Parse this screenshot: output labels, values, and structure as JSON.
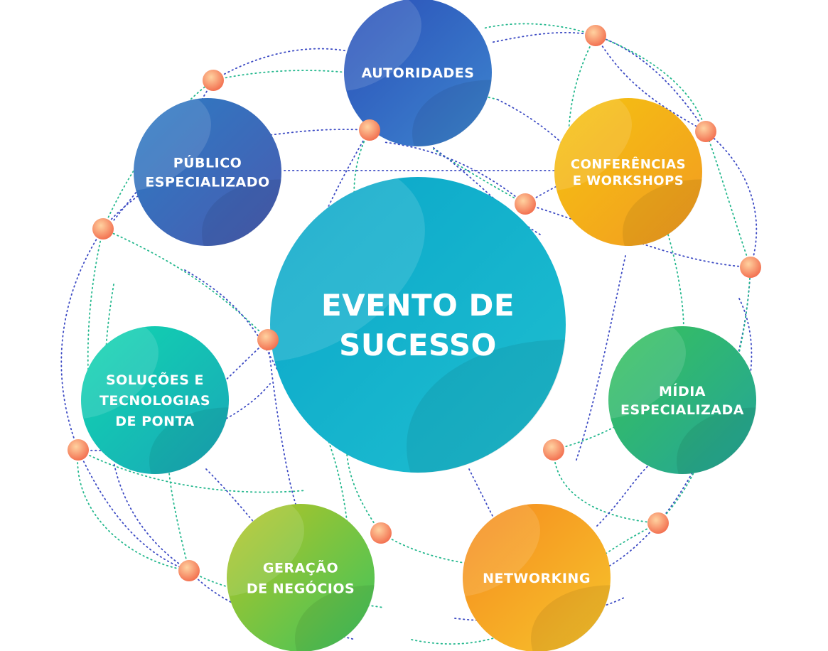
{
  "center": {
    "lines": [
      "EVENTO DE",
      "SUCESSO"
    ],
    "gradient": [
      "#0aa6c9",
      "#1fbfd0"
    ]
  },
  "nodes": [
    {
      "id": "autoridades",
      "lines": [
        "AUTORIDADES"
      ],
      "gradient": [
        "#2a4fb8",
        "#3e86cf"
      ]
    },
    {
      "id": "publico-especializado",
      "lines": [
        "PÚBLICO",
        "ESPECIALIZADO"
      ],
      "gradient": [
        "#2c7cc4",
        "#4a5bb0"
      ]
    },
    {
      "id": "conferencias-workshops",
      "lines": [
        "CONFERÊNCIAS",
        "E WORKSHOPS"
      ],
      "gradient": [
        "#f5c410",
        "#f29a22"
      ]
    },
    {
      "id": "solucoes-tecnologias",
      "lines": [
        "SOLUÇÕES E",
        "TECNOLOGIAS",
        "DE PONTA"
      ],
      "gradient": [
        "#10d6b0",
        "#1aa7b8"
      ]
    },
    {
      "id": "midia-especializada",
      "lines": [
        "MÍDIA",
        "ESPECIALIZADA"
      ],
      "gradient": [
        "#38c25a",
        "#23a49a"
      ]
    },
    {
      "id": "geracao-negocios",
      "lines": [
        "GERAÇÃO",
        "DE NEGÓCIOS"
      ],
      "gradient": [
        "#b8c424",
        "#3cc45e"
      ]
    },
    {
      "id": "networking",
      "lines": [
        "NETWORKING"
      ],
      "gradient": [
        "#f58a1e",
        "#f7c52c"
      ]
    }
  ],
  "colors": {
    "dotted_blue": "#3d4bc4",
    "dotted_green": "#25b88e",
    "orb_light": "#ffb27a",
    "orb_dark": "#f26b4c"
  }
}
